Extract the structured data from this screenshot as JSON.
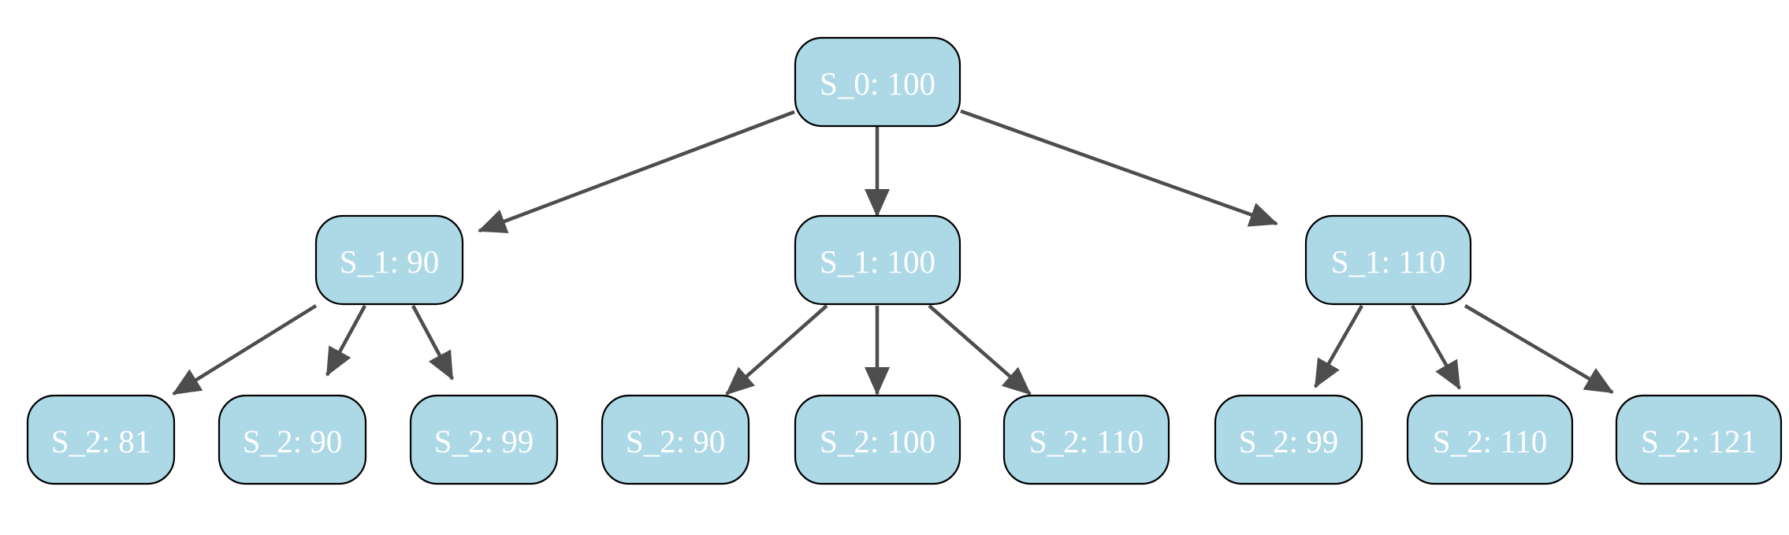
{
  "colors": {
    "node_fill": "#add8e6",
    "node_stroke": "#000000",
    "node_text": "#ffffff",
    "edge": "#4d4d4d"
  },
  "nodes": [
    {
      "id": "n0",
      "label": "S_0: 100"
    },
    {
      "id": "n1",
      "label": "S_1: 90"
    },
    {
      "id": "n2",
      "label": "S_1: 100"
    },
    {
      "id": "n3",
      "label": "S_1: 110"
    },
    {
      "id": "n4",
      "label": "S_2: 81"
    },
    {
      "id": "n5",
      "label": "S_2: 90"
    },
    {
      "id": "n6",
      "label": "S_2: 99"
    },
    {
      "id": "n7",
      "label": "S_2: 90"
    },
    {
      "id": "n8",
      "label": "S_2: 100"
    },
    {
      "id": "n9",
      "label": "S_2: 110"
    },
    {
      "id": "n10",
      "label": "S_2: 99"
    },
    {
      "id": "n11",
      "label": "S_2: 110"
    },
    {
      "id": "n12",
      "label": "S_2: 121"
    }
  ],
  "edges": [
    {
      "from": "n0",
      "to": "n1"
    },
    {
      "from": "n0",
      "to": "n2"
    },
    {
      "from": "n0",
      "to": "n3"
    },
    {
      "from": "n1",
      "to": "n4"
    },
    {
      "from": "n1",
      "to": "n5"
    },
    {
      "from": "n1",
      "to": "n6"
    },
    {
      "from": "n2",
      "to": "n7"
    },
    {
      "from": "n2",
      "to": "n8"
    },
    {
      "from": "n2",
      "to": "n9"
    },
    {
      "from": "n3",
      "to": "n10"
    },
    {
      "from": "n3",
      "to": "n11"
    },
    {
      "from": "n3",
      "to": "n12"
    }
  ]
}
